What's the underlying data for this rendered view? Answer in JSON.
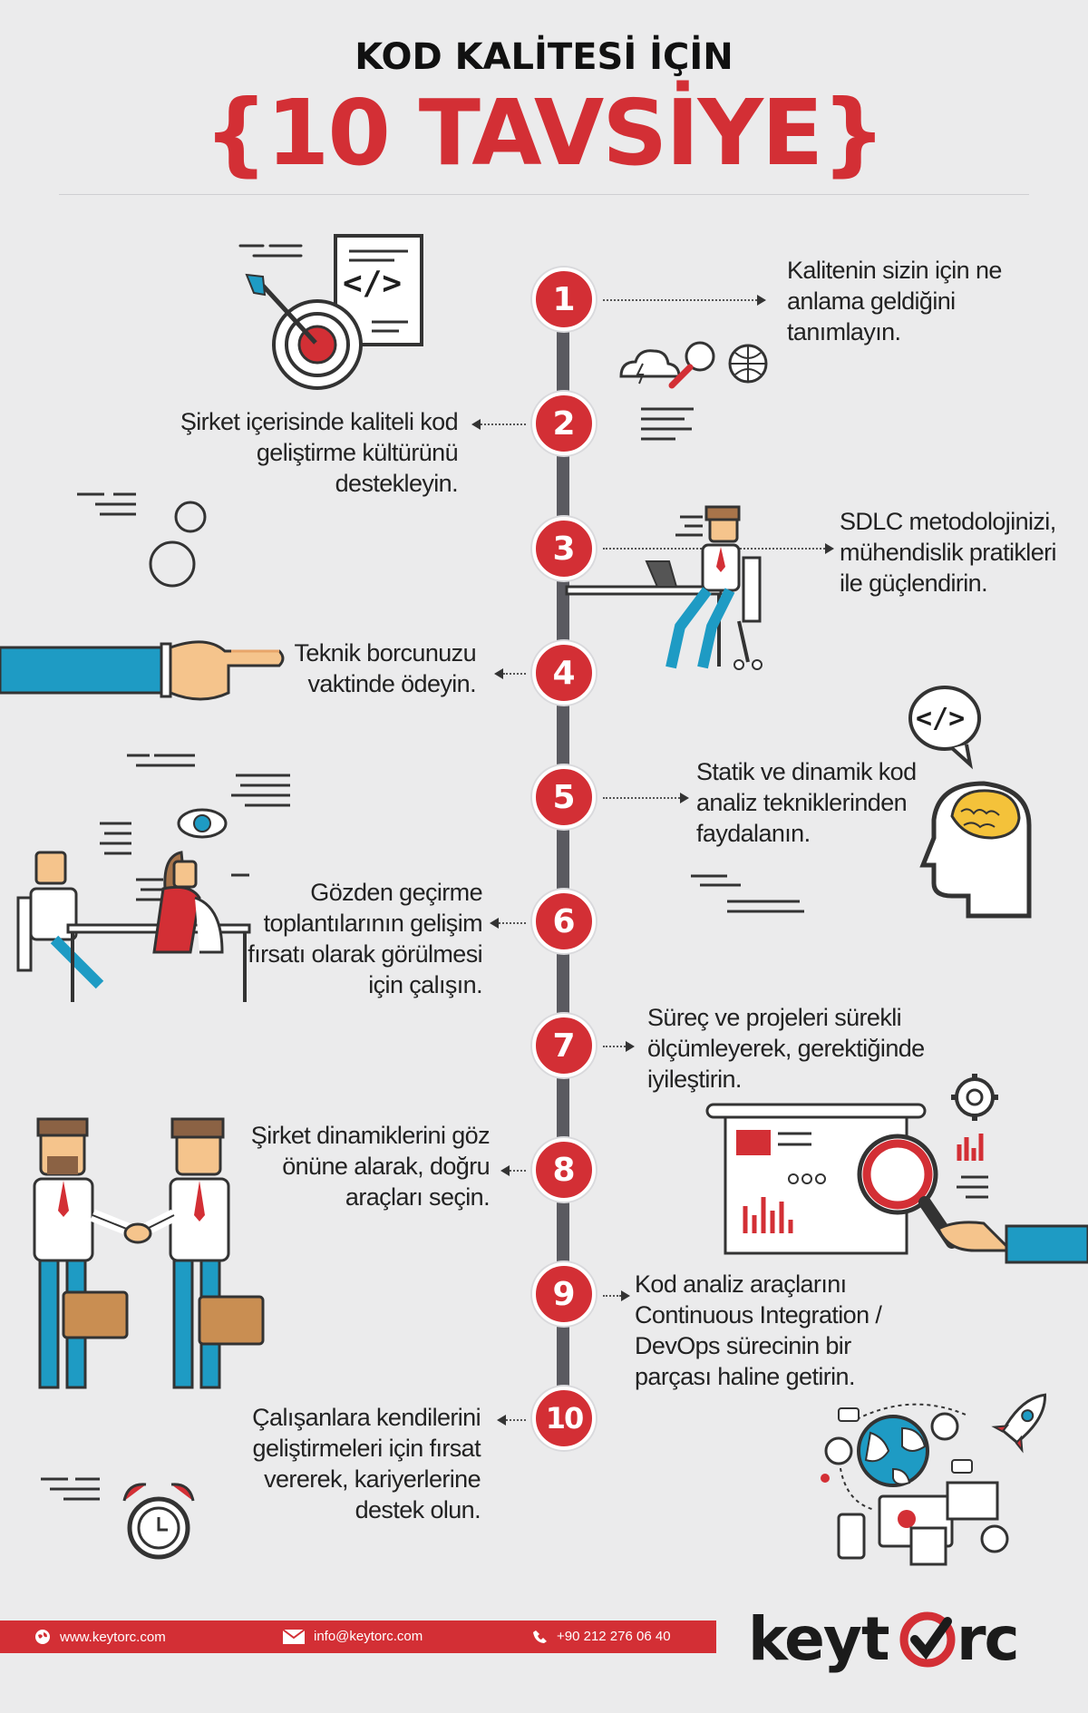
{
  "header": {
    "title_top": "KOD KALİTESİ İÇİN",
    "title_main": "{10 TAVSİYE}"
  },
  "colors": {
    "accent": "#d32f35",
    "dark": "#1e1e1e",
    "background": "#ebebec",
    "timeline": "#5a5a60",
    "sleeve_blue": "#1e9bc4"
  },
  "steps": [
    {
      "num": "1",
      "text": "Kalitenin sizin için ne anlama geldiğini tanımlayın."
    },
    {
      "num": "2",
      "text": "Şirket içerisinde kaliteli kod geliştirme kültürünü destekleyin."
    },
    {
      "num": "3",
      "text": "SDLC metodolojinizi, mühendislik pratikleri ile güçlendirin."
    },
    {
      "num": "4",
      "text": "Teknik borcunuzu vaktinde ödeyin."
    },
    {
      "num": "5",
      "text": "Statik ve dinamik kod analiz tekniklerinden faydalanın."
    },
    {
      "num": "6",
      "text": "Gözden geçirme toplantılarının gelişim fırsatı olarak görülmesi için çalışın."
    },
    {
      "num": "7",
      "text": "Süreç ve projeleri sürekli ölçümleyerek, gerektiğinde iyileştirin."
    },
    {
      "num": "8",
      "text": "Şirket dinamiklerini göz önüne alarak, doğru araçları seçin."
    },
    {
      "num": "9",
      "text": "Kod analiz araçlarını Continuous Integration / DevOps sürecinin bir parçası haline getirin."
    },
    {
      "num": "10",
      "text": "Çalışanlara kendilerini geliştirmeleri için fırsat vererek, kariyerlerine destek olun."
    }
  ],
  "illustrations": {
    "code_tag": "</>",
    "icons": [
      "target-icon",
      "code-document-icon",
      "cloud-icon",
      "magnifier-icon",
      "globe-icon",
      "pointing-hand-icon",
      "eye-icon",
      "brain-head-icon",
      "gear-icon",
      "alarm-clock-icon",
      "rocket-icon"
    ]
  },
  "footer": {
    "website": "www.keytorc.com",
    "email": "info@keytorc.com",
    "phone": "+90 212 276 06 40",
    "logo": "keytorc"
  }
}
